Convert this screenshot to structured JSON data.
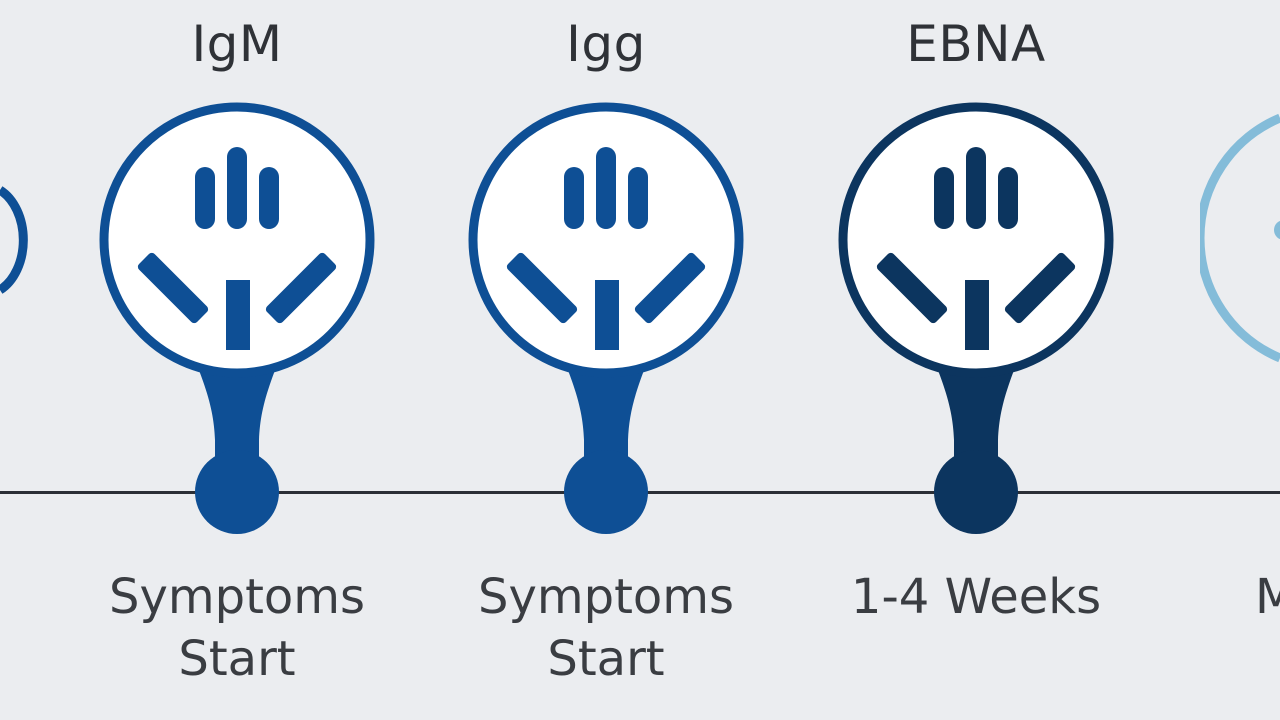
{
  "markers": [
    {
      "title": "IgM",
      "label": "Symptoms\nStart",
      "color": "#0e4f95",
      "icon": "antibody-icon"
    },
    {
      "title": "Igg",
      "label": "Symptoms\nStart",
      "color": "#0e4f95",
      "icon": "antibody-icon"
    },
    {
      "title": "EBNA",
      "label": "1-4 Weeks",
      "color": "#0c355f",
      "icon": "antibody-icon"
    }
  ],
  "partial_right": {
    "label": "M",
    "color": "#84bcd9"
  },
  "partial_left": {
    "color": "#0e4f95"
  }
}
